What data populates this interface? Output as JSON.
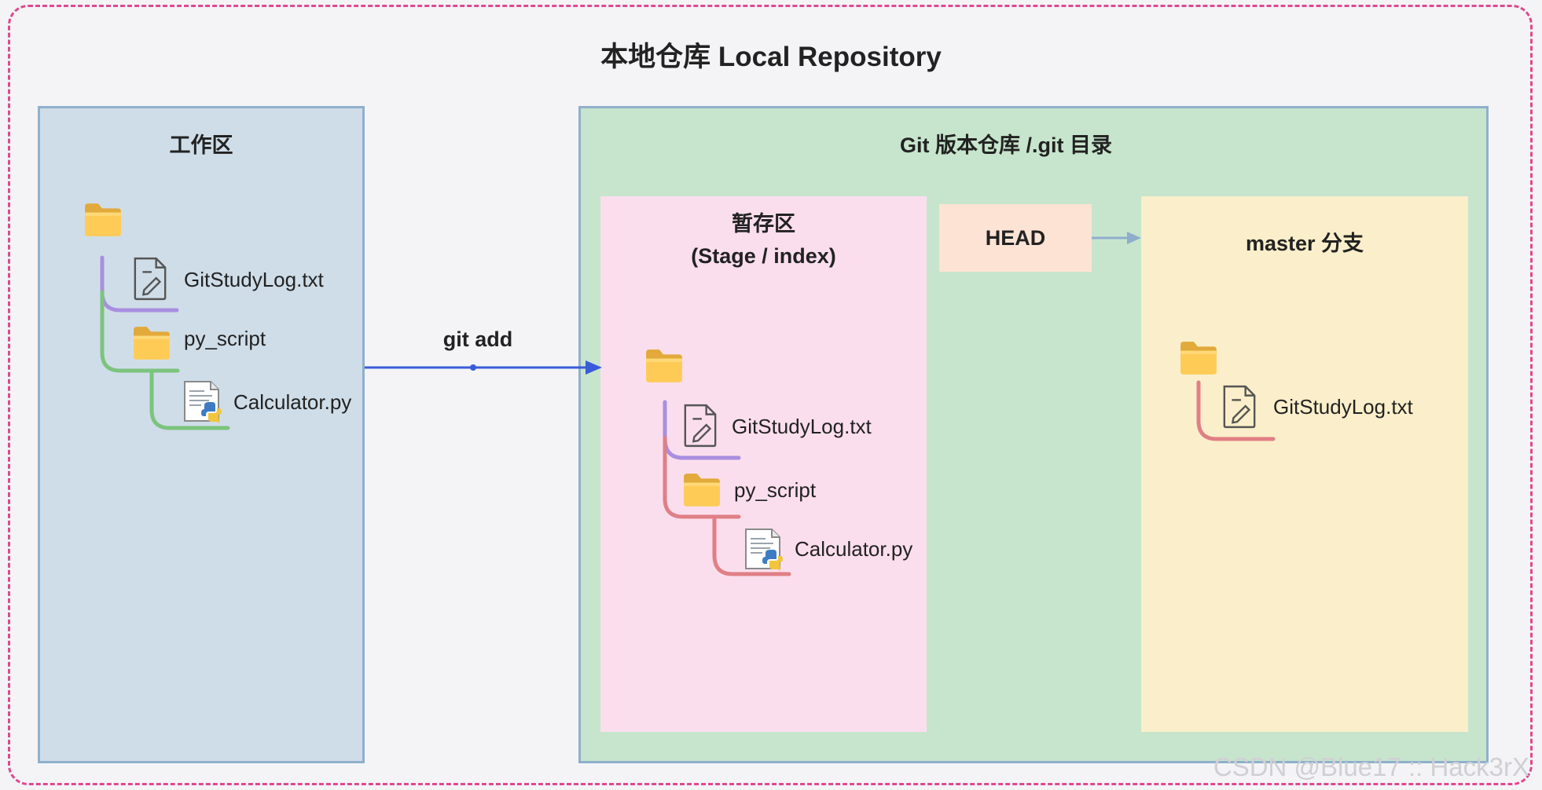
{
  "title": "本地仓库 Local Repository",
  "working": {
    "header": "工作区",
    "items": [
      "GitStudyLog.txt",
      "py_script",
      "Calculator.py"
    ]
  },
  "git_repo": {
    "header": "Git 版本仓库 /.git 目录"
  },
  "stage": {
    "header_line1": "暂存区",
    "header_line2": "(Stage / index)",
    "items": [
      "GitStudyLog.txt",
      "py_script",
      "Calculator.py"
    ]
  },
  "head": {
    "label": "HEAD"
  },
  "master": {
    "header": "master 分支",
    "items": [
      "GitStudyLog.txt"
    ]
  },
  "arrow": {
    "label": "git add"
  },
  "watermark": "CSDN @Blue17 :: Hack3rX",
  "colors": {
    "outer_border": "#e0488f",
    "working_bg": "#cfdde8",
    "git_bg": "#c7e5cd",
    "stage_bg": "#fbdeed",
    "head_bg": "#fde3d4",
    "master_bg": "#faefca",
    "tree_purple": "#a98ee0",
    "tree_green": "#7cc47e",
    "tree_red": "#e07f86",
    "arrow_blue": "#3a5bd9"
  }
}
